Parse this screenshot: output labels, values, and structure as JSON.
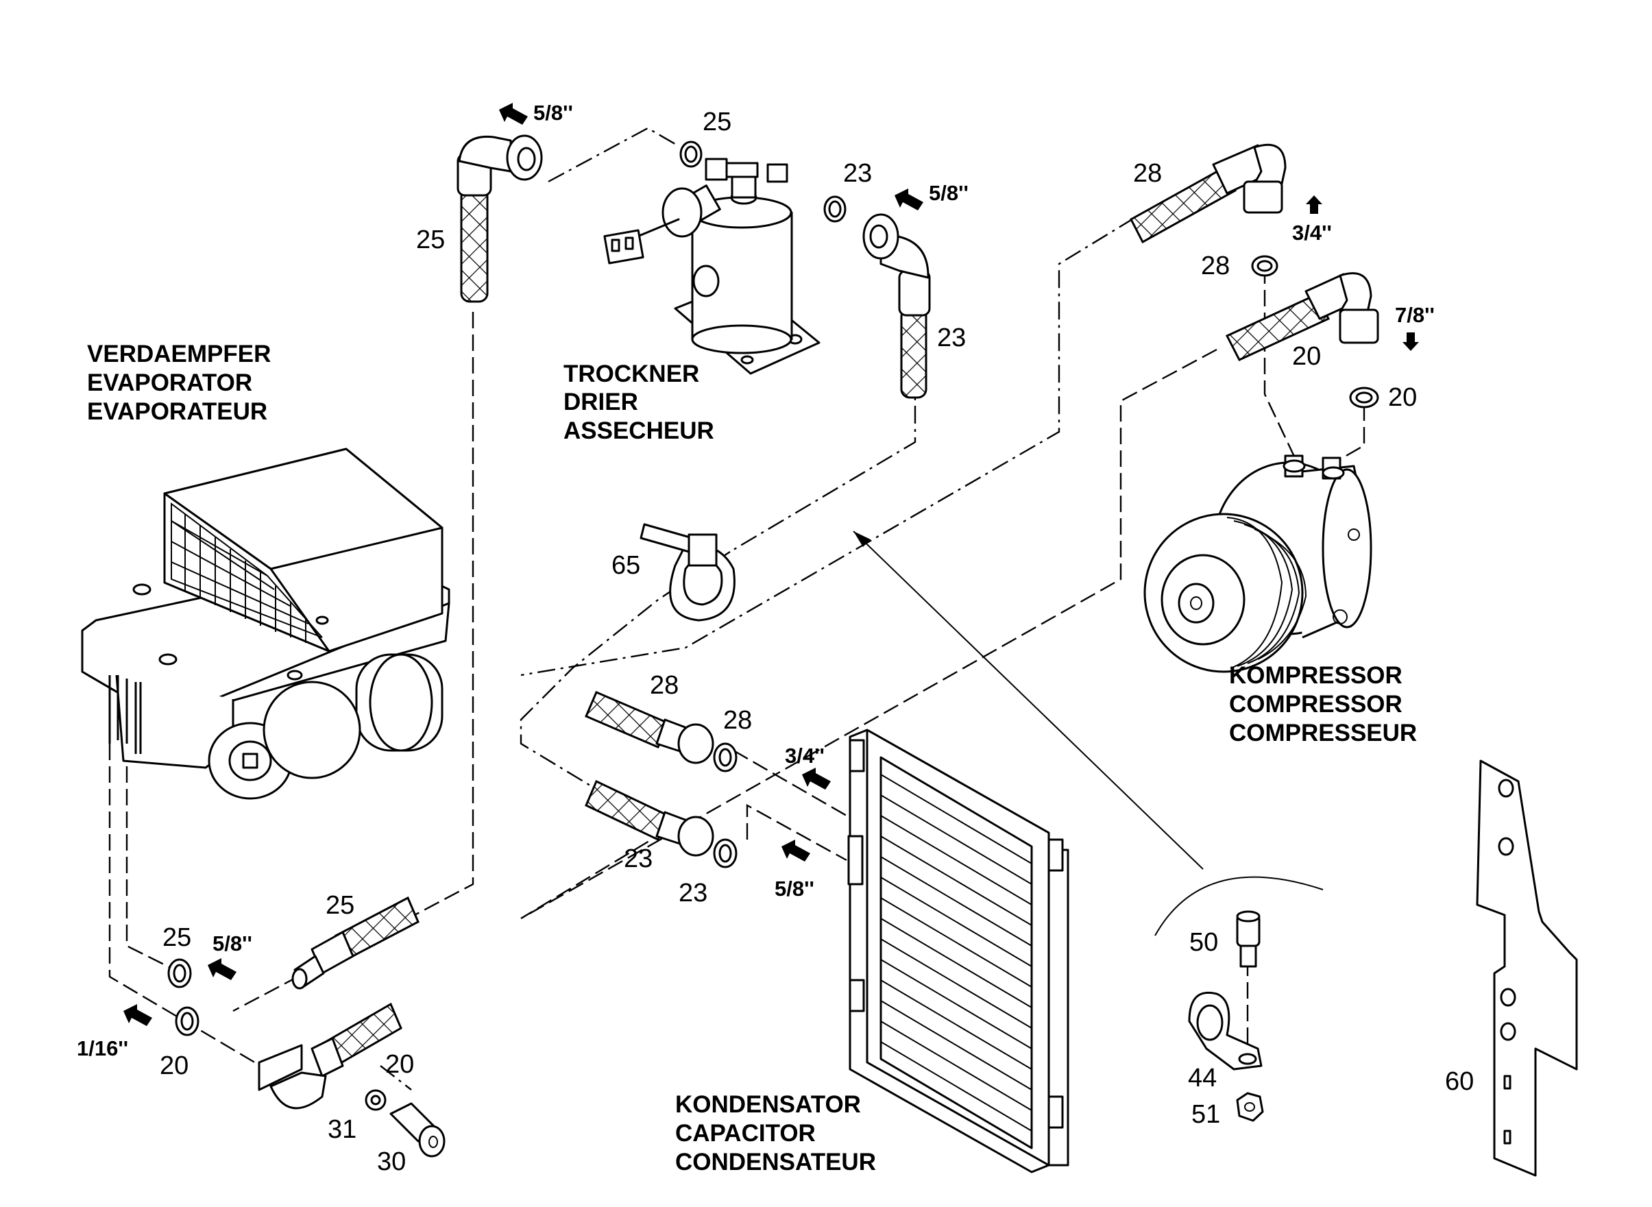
{
  "components": {
    "evaporator": [
      "VERDAEMPFER",
      "EVAPORATOR",
      "EVAPORATEUR"
    ],
    "drier": [
      "TROCKNER",
      "DRIER",
      "ASSECHEUR"
    ],
    "compressor": [
      "KOMPRESSOR",
      "COMPRESSOR",
      "COMPRESSEUR"
    ],
    "condenser": [
      "KONDENSATOR",
      "CAPACITOR",
      "CONDENSATEUR"
    ]
  },
  "part_numbers": {
    "hose_25_top": "25",
    "oring_25_top": "25",
    "oring_23_top": "23",
    "hose_23_top": "23",
    "hose_28_top": "28",
    "oring_28_top": "28",
    "hose_20_top": "20",
    "oring_20_top": "20",
    "clip_65": "65",
    "hose_28_mid": "28",
    "oring_28_mid": "28",
    "hose_23_mid": "23",
    "oring_23_mid": "23",
    "hose_25_bottom": "25",
    "oring_25_bottom": "25",
    "oring_20_bottom": "20",
    "hose_20_bottom": "20",
    "washer_31": "31",
    "bolt_30": "30",
    "screw_50": "50",
    "bracket_44": "44",
    "nut_51": "51",
    "plate_60": "60"
  },
  "sizes": {
    "top_left": "5/8''",
    "drier_right": "5/8''",
    "comp_upper": "3/4''",
    "comp_lower": "7/8''",
    "cond_upper": "3/4''",
    "cond_lower": "5/8''",
    "evap_upper": "5/8''",
    "evap_lower": "1/16''"
  }
}
